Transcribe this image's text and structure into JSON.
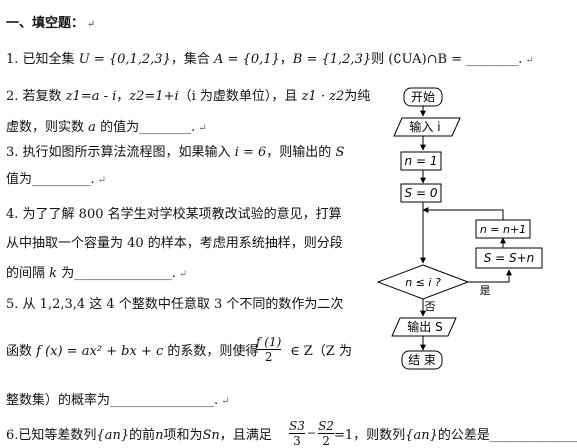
{
  "heading": "一、填空题：",
  "q1": {
    "num": "1.",
    "text_a": "已知全集",
    "U_set": "U = {0,1,2,3}",
    "text_b": "，集合",
    "A_set": "A = {0,1}",
    "comma": "，",
    "B_set": "B = {1,2,3}",
    "text_c": "则",
    "complement": "(∁UA)∩B =",
    "blank": "________."
  },
  "q2": {
    "num": "2.",
    "line1_a": "若复数",
    "z1": "z1=a - i",
    "sep": "，",
    "z2": "z2=1+i",
    "line1_b": "（i 为虚数单位），且",
    "prod": "z1 · z2",
    "line1_c": "为纯",
    "line2_a": "虚数，则实数",
    "var": "a",
    "line2_b": "的值为",
    "blank": "________."
  },
  "q3": {
    "num": "3.",
    "line1": "执行如图所示算法流程图，如果输入",
    "input": "i = 6",
    "line1_b": "，则输出的",
    "S": "S",
    "line2": "值为",
    "blank": "_________."
  },
  "q4": {
    "num": "4.",
    "line1": "为了了解 800 名学生对学校某项教改试验的意见，打算",
    "line2": "从中抽取一个容量为 40 的样本，考虑用系统抽样，则分段",
    "line3_a": "的间隔",
    "k": "k",
    "line3_b": "为",
    "blank": "_______________."
  },
  "q5": {
    "num": "5.",
    "line1": "从 1,2,3,4 这 4 个整数中任意取 3 个不同的数作为二次",
    "line2_a": "函数",
    "func": "f (x) = ax² + bx + c",
    "line2_b": "的系数，则使得",
    "frac_num": "f (1)",
    "frac_den": "2",
    "line2_c": "∈ Z（Z 为",
    "line3_a": "整数集）的概率为",
    "blank": "________________."
  },
  "q6": {
    "num": "6.",
    "text_a": "已知等差数列",
    "seq": "{an}",
    "text_b": "的前",
    "n": "n",
    "text_c": "项和为",
    "Sn": "Sn",
    "text_d": "，且满足",
    "f1_num": "S3",
    "f1_den": "3",
    "minus": "−",
    "f2_num": "S2",
    "f2_den": "2",
    "text_e": "=1，则数列",
    "seq2": "{an}",
    "text_f": "的公差是",
    "blank": "______________"
  },
  "flowchart": {
    "start": "开始",
    "input": "输入 i",
    "n_init": "n = 1",
    "s_init": "S = 0",
    "n_update": "n = n+1",
    "s_update": "S = S+n",
    "condition": "n ≤ i ?",
    "yes": "是",
    "no": "否",
    "output": "输出 S",
    "end": "结  束"
  }
}
